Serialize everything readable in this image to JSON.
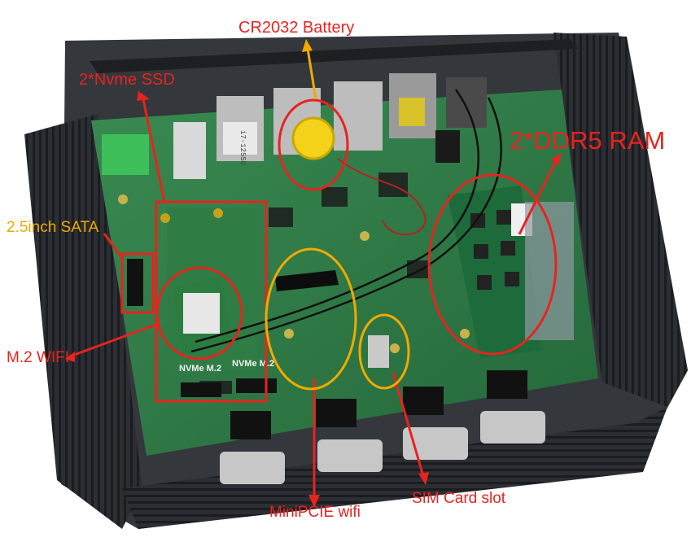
{
  "labels": {
    "battery": "CR2032 Battery",
    "nvme": "2*Nvme SSD",
    "ram": "2*DDR5 RAM",
    "sata": "2.5inch SATA",
    "wifi_m2": "M.2 WIFI",
    "minipcie": "MiniPCIE wifi",
    "sim": "SIM Card slot"
  },
  "board_markings": {
    "cpu": "i7-1255U",
    "nvme_slot_1": "NVMe M.2",
    "nvme_slot_2": "NVMe M.2"
  },
  "colors": {
    "red": "#e8231f",
    "orange": "#f2a900",
    "chassis": "#2b2e33",
    "pcb": "#2f7a45"
  }
}
